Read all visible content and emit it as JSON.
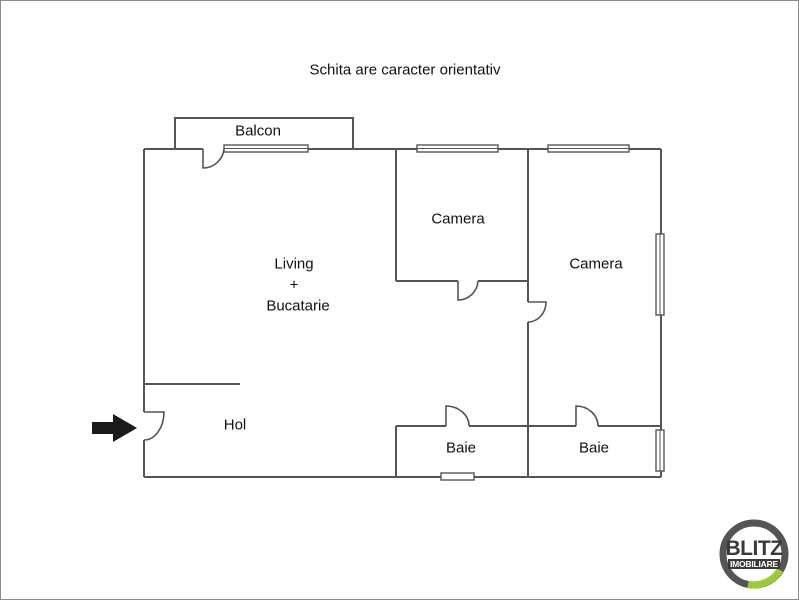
{
  "title": "Schita are caracter orientativ",
  "rooms": {
    "balcon": "Balcon",
    "living_line1": "Living",
    "living_line2": "+",
    "living_line3": "Bucatarie",
    "camera1": "Camera",
    "camera2": "Camera",
    "hol": "Hol",
    "baie1": "Baie",
    "baie2": "Baie"
  },
  "logo": {
    "main": "BLITZ",
    "sub": "IMOBILIARE",
    "ring_color": "#555555",
    "accent_color": "#9acd32"
  },
  "colors": {
    "wall": "#555555",
    "arrow": "#1a1a1a"
  }
}
